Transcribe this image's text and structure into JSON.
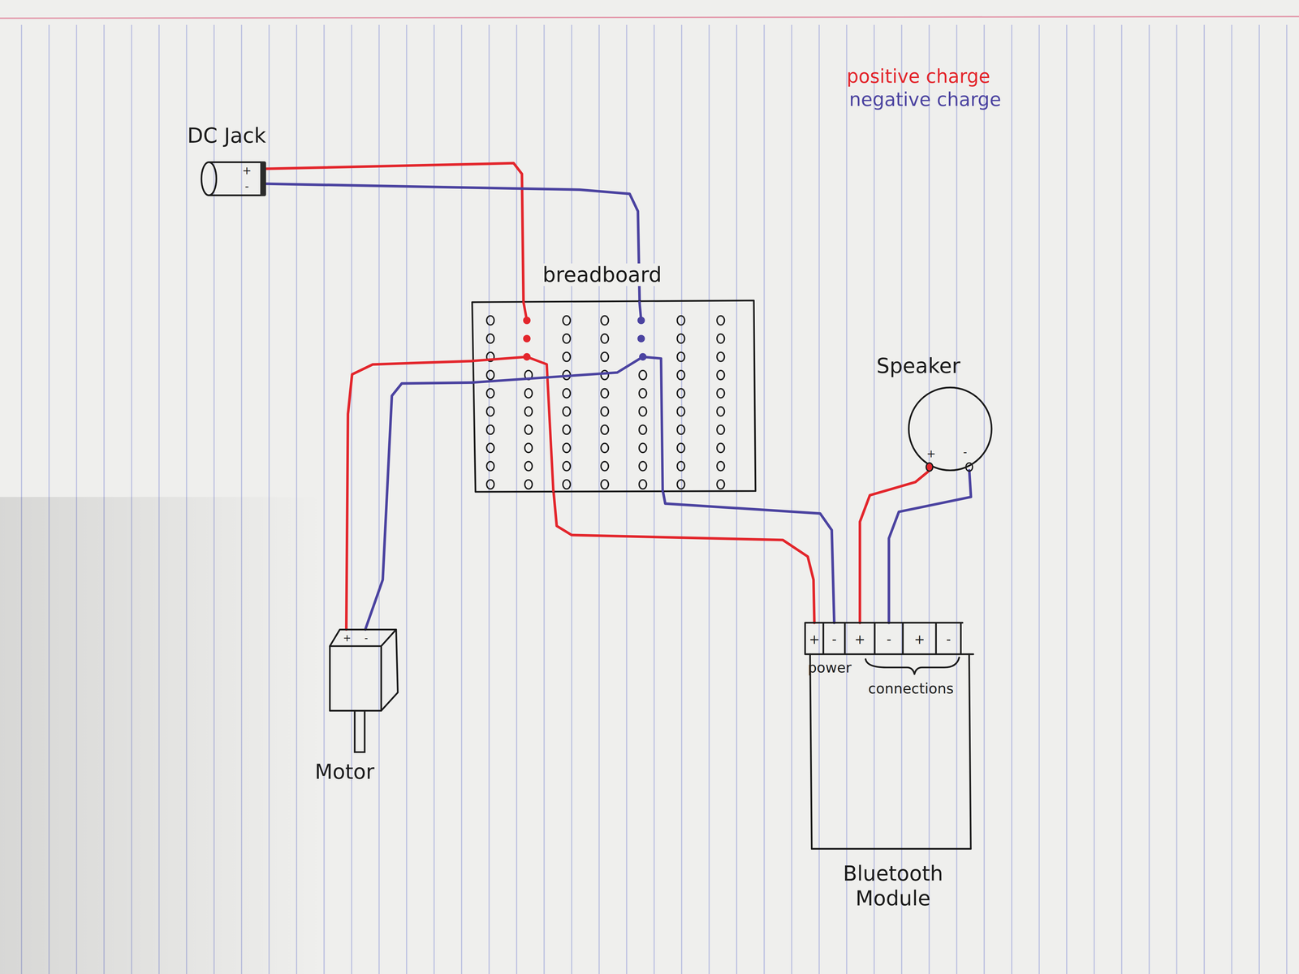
{
  "diagram": {
    "nodes": [
      {
        "text": [
          "DC Jack",
          "+",
          "-"
        ]
      },
      {
        "text": [
          "breadboard"
        ]
      },
      {
        "text": [
          "Speaker",
          "+",
          "-"
        ]
      },
      {
        "text": [
          "+",
          "-",
          "Motor"
        ]
      },
      {
        "text": [
          "+",
          "-",
          "+",
          "-",
          "+",
          "-",
          "power",
          "connections",
          "Bluetooth Module"
        ]
      }
    ],
    "edges": [
      {
        "from": 0,
        "to": 1,
        "arrow": "none"
      },
      {
        "from": 0,
        "to": 1,
        "arrow": "none"
      },
      {
        "from": 1,
        "to": 3,
        "arrow": "none"
      },
      {
        "from": 1,
        "to": 3,
        "arrow": "none"
      },
      {
        "from": 1,
        "to": 4,
        "arrow": "none"
      },
      {
        "from": 1,
        "to": 4,
        "arrow": "none"
      },
      {
        "from": 2,
        "to": 4,
        "arrow": "none"
      },
      {
        "from": 2,
        "to": 4,
        "arrow": "none"
      }
    ],
    "legend": [
      {
        "text": "positive charge",
        "color": "#e3262c"
      },
      {
        "text": "negative charge",
        "color": "#4b43a0"
      }
    ]
  }
}
